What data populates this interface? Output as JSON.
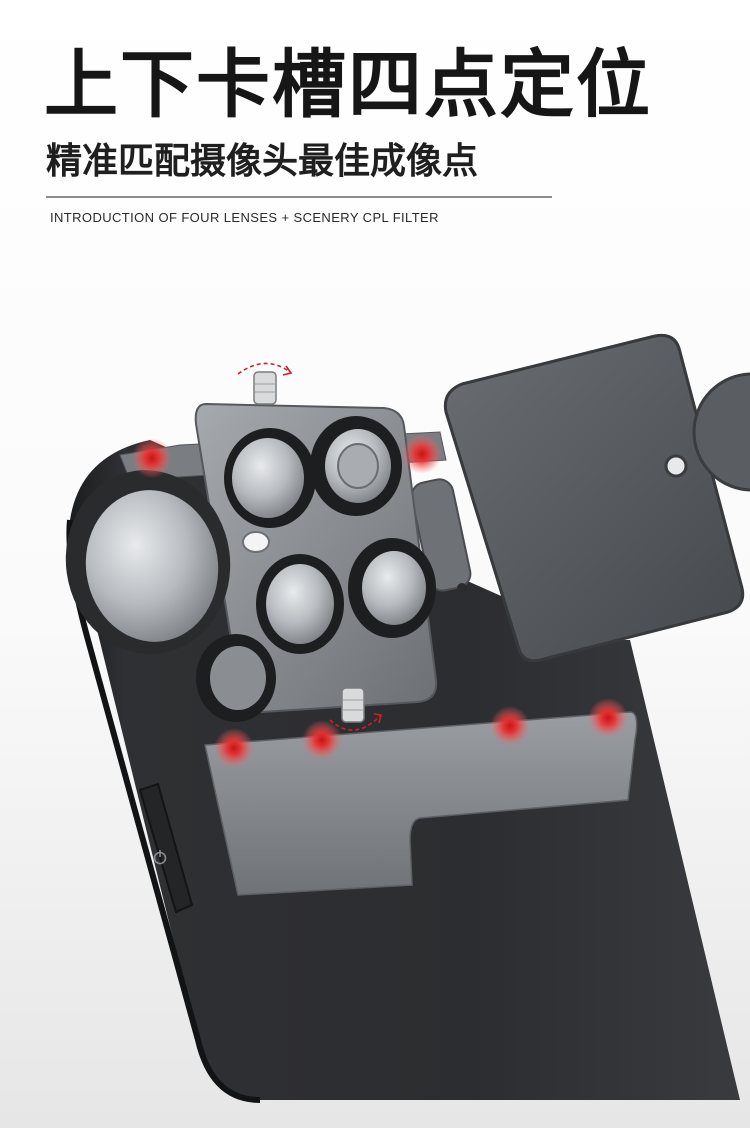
{
  "headline": "上下卡槽四点定位",
  "subheadline": "精准匹配摄像头最佳成像点",
  "caption": "INTRODUCTION OF FOUR LENSES + SCENERY CPL FILTER",
  "colors": {
    "background": "#ffffff",
    "headline_text": "#161616",
    "phone_case": "#2d2e30",
    "lens_bracket": "#7c7f83",
    "cover_flap": "#55585c",
    "position_marker": "#e02828"
  },
  "icons": {
    "power_button": "power-icon",
    "fixing_screw": "screw-icon",
    "rotate_indicator": "rotate-arrow-icon",
    "positioning_marker": "red-dot-marker"
  },
  "positioning_markers_count": 6
}
